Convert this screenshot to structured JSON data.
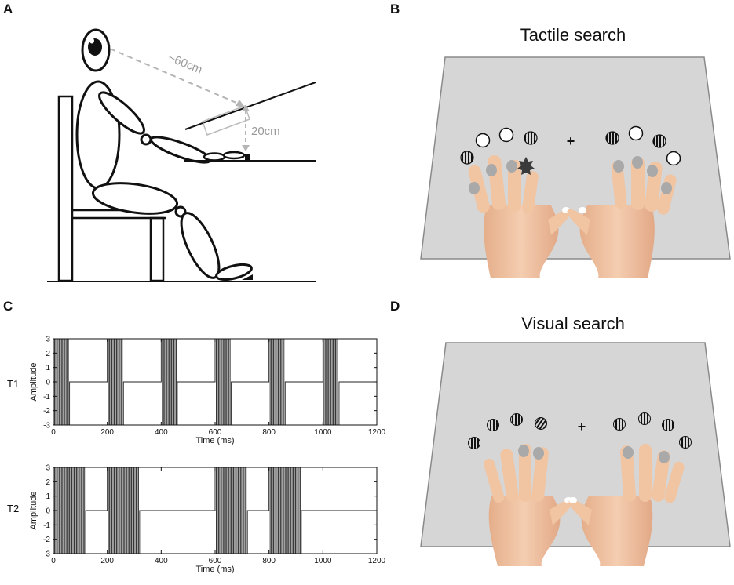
{
  "panels": {
    "a": {
      "letter": "A",
      "distance_label": "~60cm",
      "height_label": "20cm"
    },
    "b": {
      "letter": "B",
      "title": "Tactile search",
      "fixation": "+"
    },
    "c": {
      "letter": "C"
    },
    "d": {
      "letter": "D",
      "title": "Visual search",
      "fixation": "+"
    }
  },
  "colors": {
    "board": "#d6d6d6",
    "board_edge": "#8a8a8a",
    "skin": "#f1c4a2",
    "skin_shade": "#d99b77",
    "fingertip": "#a9a9a9",
    "trace": "#222222",
    "dashed": "#b5b5b5"
  },
  "chart_data": [
    {
      "type": "line",
      "row_label": "T1",
      "ylabel": "Amplitude",
      "xlabel": "Time (ms)",
      "xlim": [
        0,
        1200
      ],
      "ylim": [
        -3,
        3
      ],
      "xticks": [
        0,
        200,
        400,
        600,
        800,
        1000,
        1200
      ],
      "yticks": [
        -3,
        -2,
        -1,
        0,
        1,
        2,
        3
      ],
      "amplitude": 3,
      "burst_duration_ms": 60,
      "cycles_per_burst": 7,
      "burst_onsets_ms": [
        0,
        200,
        400,
        600,
        800,
        1000
      ]
    },
    {
      "type": "line",
      "row_label": "T2",
      "ylabel": "Amplitude",
      "xlabel": "Time (ms)",
      "xlim": [
        0,
        1200
      ],
      "ylim": [
        -3,
        3
      ],
      "xticks": [
        0,
        200,
        400,
        600,
        800,
        1000,
        1200
      ],
      "yticks": [
        -3,
        -2,
        -1,
        0,
        1,
        2,
        3
      ],
      "amplitude": 3,
      "burst_duration_ms": 120,
      "cycles_per_burst": 14,
      "burst_onsets_ms": [
        0,
        200,
        600,
        800
      ]
    }
  ]
}
